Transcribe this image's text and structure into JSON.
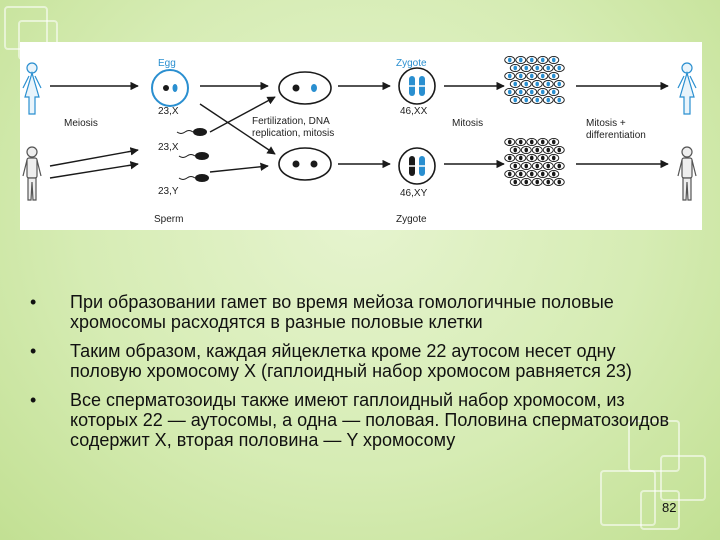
{
  "figure": {
    "labels": {
      "egg": "Egg",
      "zygote_top": "Zygote",
      "egg_karyotype": "23,X",
      "zygote_female_karyotype": "46,XX",
      "meiosis": "Meiosis",
      "fertilization": "Fertilization, DNA",
      "replication": "replication, mitosis",
      "mitosis": "Mitosis",
      "mitosis_diff_1": "Mitosis +",
      "mitosis_diff_2": "differentiation",
      "sperm_x": "23,X",
      "sperm_y": "23,Y",
      "sperm": "Sperm",
      "zygote_male_karyotype": "46,XY",
      "zygote_bottom": "Zygote"
    },
    "colors": {
      "blue": "#2a8fd0",
      "black": "#1a1a1a",
      "female_fill": "#e9f4fb",
      "male_fill": "#eeeeee"
    },
    "icons": [
      "female-figure-icon",
      "male-figure-icon"
    ]
  },
  "bullets": [
    "При образовании гамет во время мейоза гомологичные половые хромосомы расходятся в разные половые клетки",
    "Таким образом, каждая яйцеклетка кроме 22 аутосом несет одну половую хромосому X (гаплоидный набор хромосом равняется 23)",
    "Все сперматозоиды также имеют гаплоидный набор хромосом, из которых 22 — аутосомы, а одна — половая. Половина сперматозоидов содержит X, вторая половина — Y хромосому"
  ],
  "bullet_symbol": "•",
  "page_number": "82"
}
